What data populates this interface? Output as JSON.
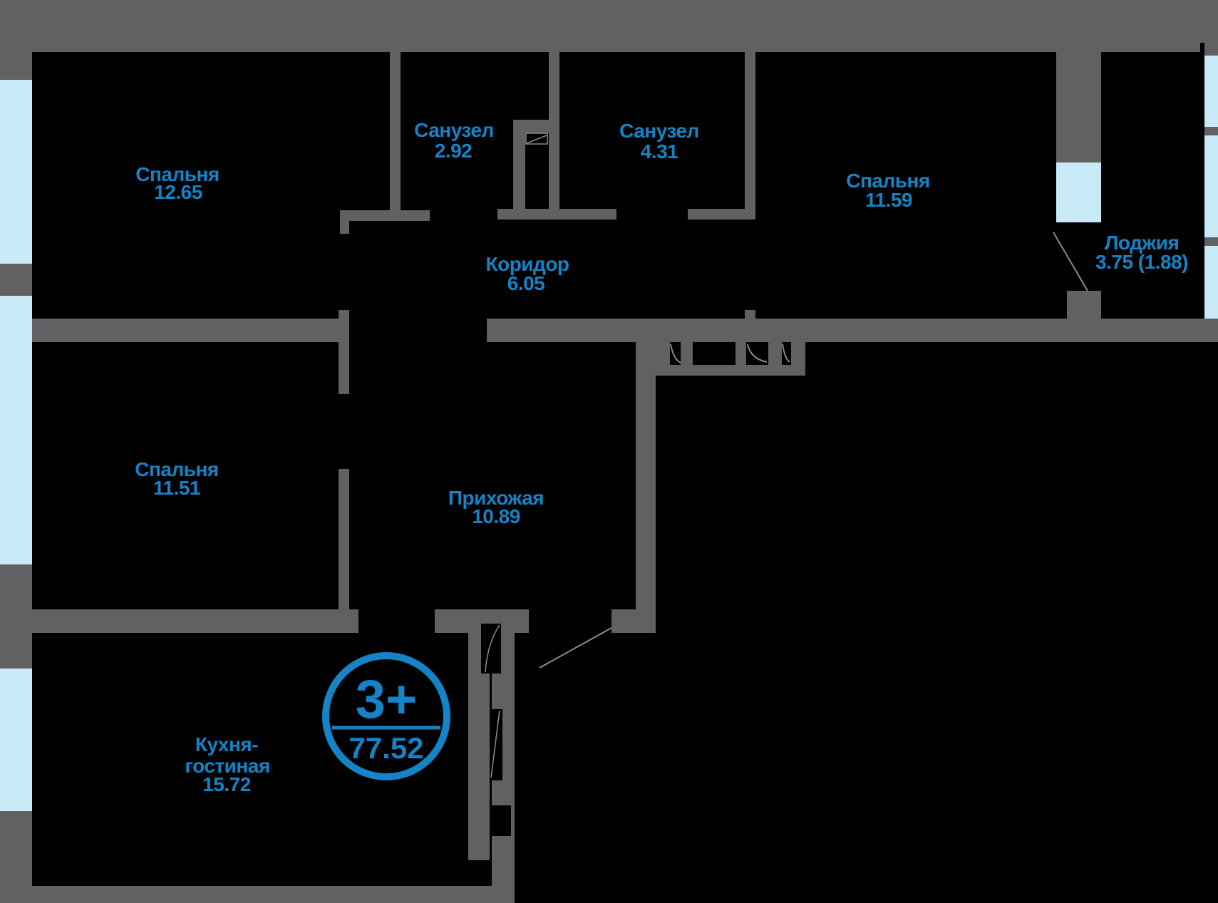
{
  "colors": {
    "background": "#000000",
    "wall": "#616163",
    "window": "#c8e9f6",
    "label": "#1583c5",
    "badge": "#1583c5",
    "door_line": "#8c8c8c"
  },
  "rooms": [
    {
      "key": "bedroom-top-left",
      "name": "Спальня",
      "area": "12.65"
    },
    {
      "key": "bathroom-small",
      "name": "Санузел",
      "area": "2.92"
    },
    {
      "key": "bathroom-large",
      "name": "Санузел",
      "area": "4.31"
    },
    {
      "key": "bedroom-top-right",
      "name": "Спальня",
      "area": "11.59"
    },
    {
      "key": "loggia",
      "name": "Лоджия",
      "area": "3.75 (1.88)"
    },
    {
      "key": "corridor",
      "name": "Коридор",
      "area": "6.05"
    },
    {
      "key": "bedroom-middle-left",
      "name": "Спальня",
      "area": "11.51"
    },
    {
      "key": "hallway",
      "name": "Прихожая",
      "area": "10.89"
    },
    {
      "key": "kitchen-living",
      "name_line1": "Кухня-",
      "name_line2": "гостиная",
      "area": "15.72"
    }
  ],
  "badge": {
    "label": "3+",
    "value": "77.52"
  }
}
